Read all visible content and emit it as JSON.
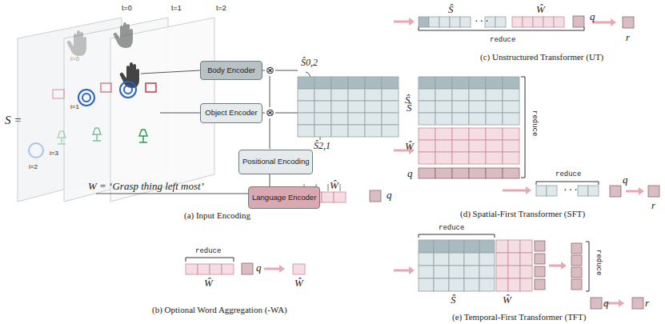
{
  "diagram": {
    "nodes": [
      {
        "text": [
          "Body Encoder"
        ]
      },
      {
        "text": [
          "Object Encoder"
        ]
      },
      {
        "text": [
          "Positional Encoding"
        ]
      },
      {
        "text": [
          "Language Encoder"
        ]
      }
    ],
    "labels": [
      "t=0",
      "t=1",
      "t=2",
      "S =",
      "i=0",
      "i=1",
      "i=2",
      "i=3",
      "W = ‘Grasp thing left most’",
      "⊗",
      "⊗",
      "⊗",
      "Ŝ0,2",
      "Ŝ2,1",
      "Ŝ",
      "Ŵ",
      "q",
      "(a) Input Encoding",
      "reduce",
      "Ŵ",
      "q",
      "Ŵ",
      "(b) Optional Word Aggregation (-WA)",
      "Ŝ",
      "Ŵ",
      "q",
      "...",
      "reduce",
      "r",
      "(c) Unstructured Transformer (UT)",
      "Ŝ",
      "Ŵ",
      "reduce",
      "q",
      "reduce",
      "...",
      "q",
      "r",
      "(d) Spatial-First Transformer (SFT)",
      "reduce",
      "Ŝ",
      "Ŵ",
      "reduce",
      "q",
      "r",
      "(e) Temporal-First Transformer (TFT)"
    ]
  }
}
